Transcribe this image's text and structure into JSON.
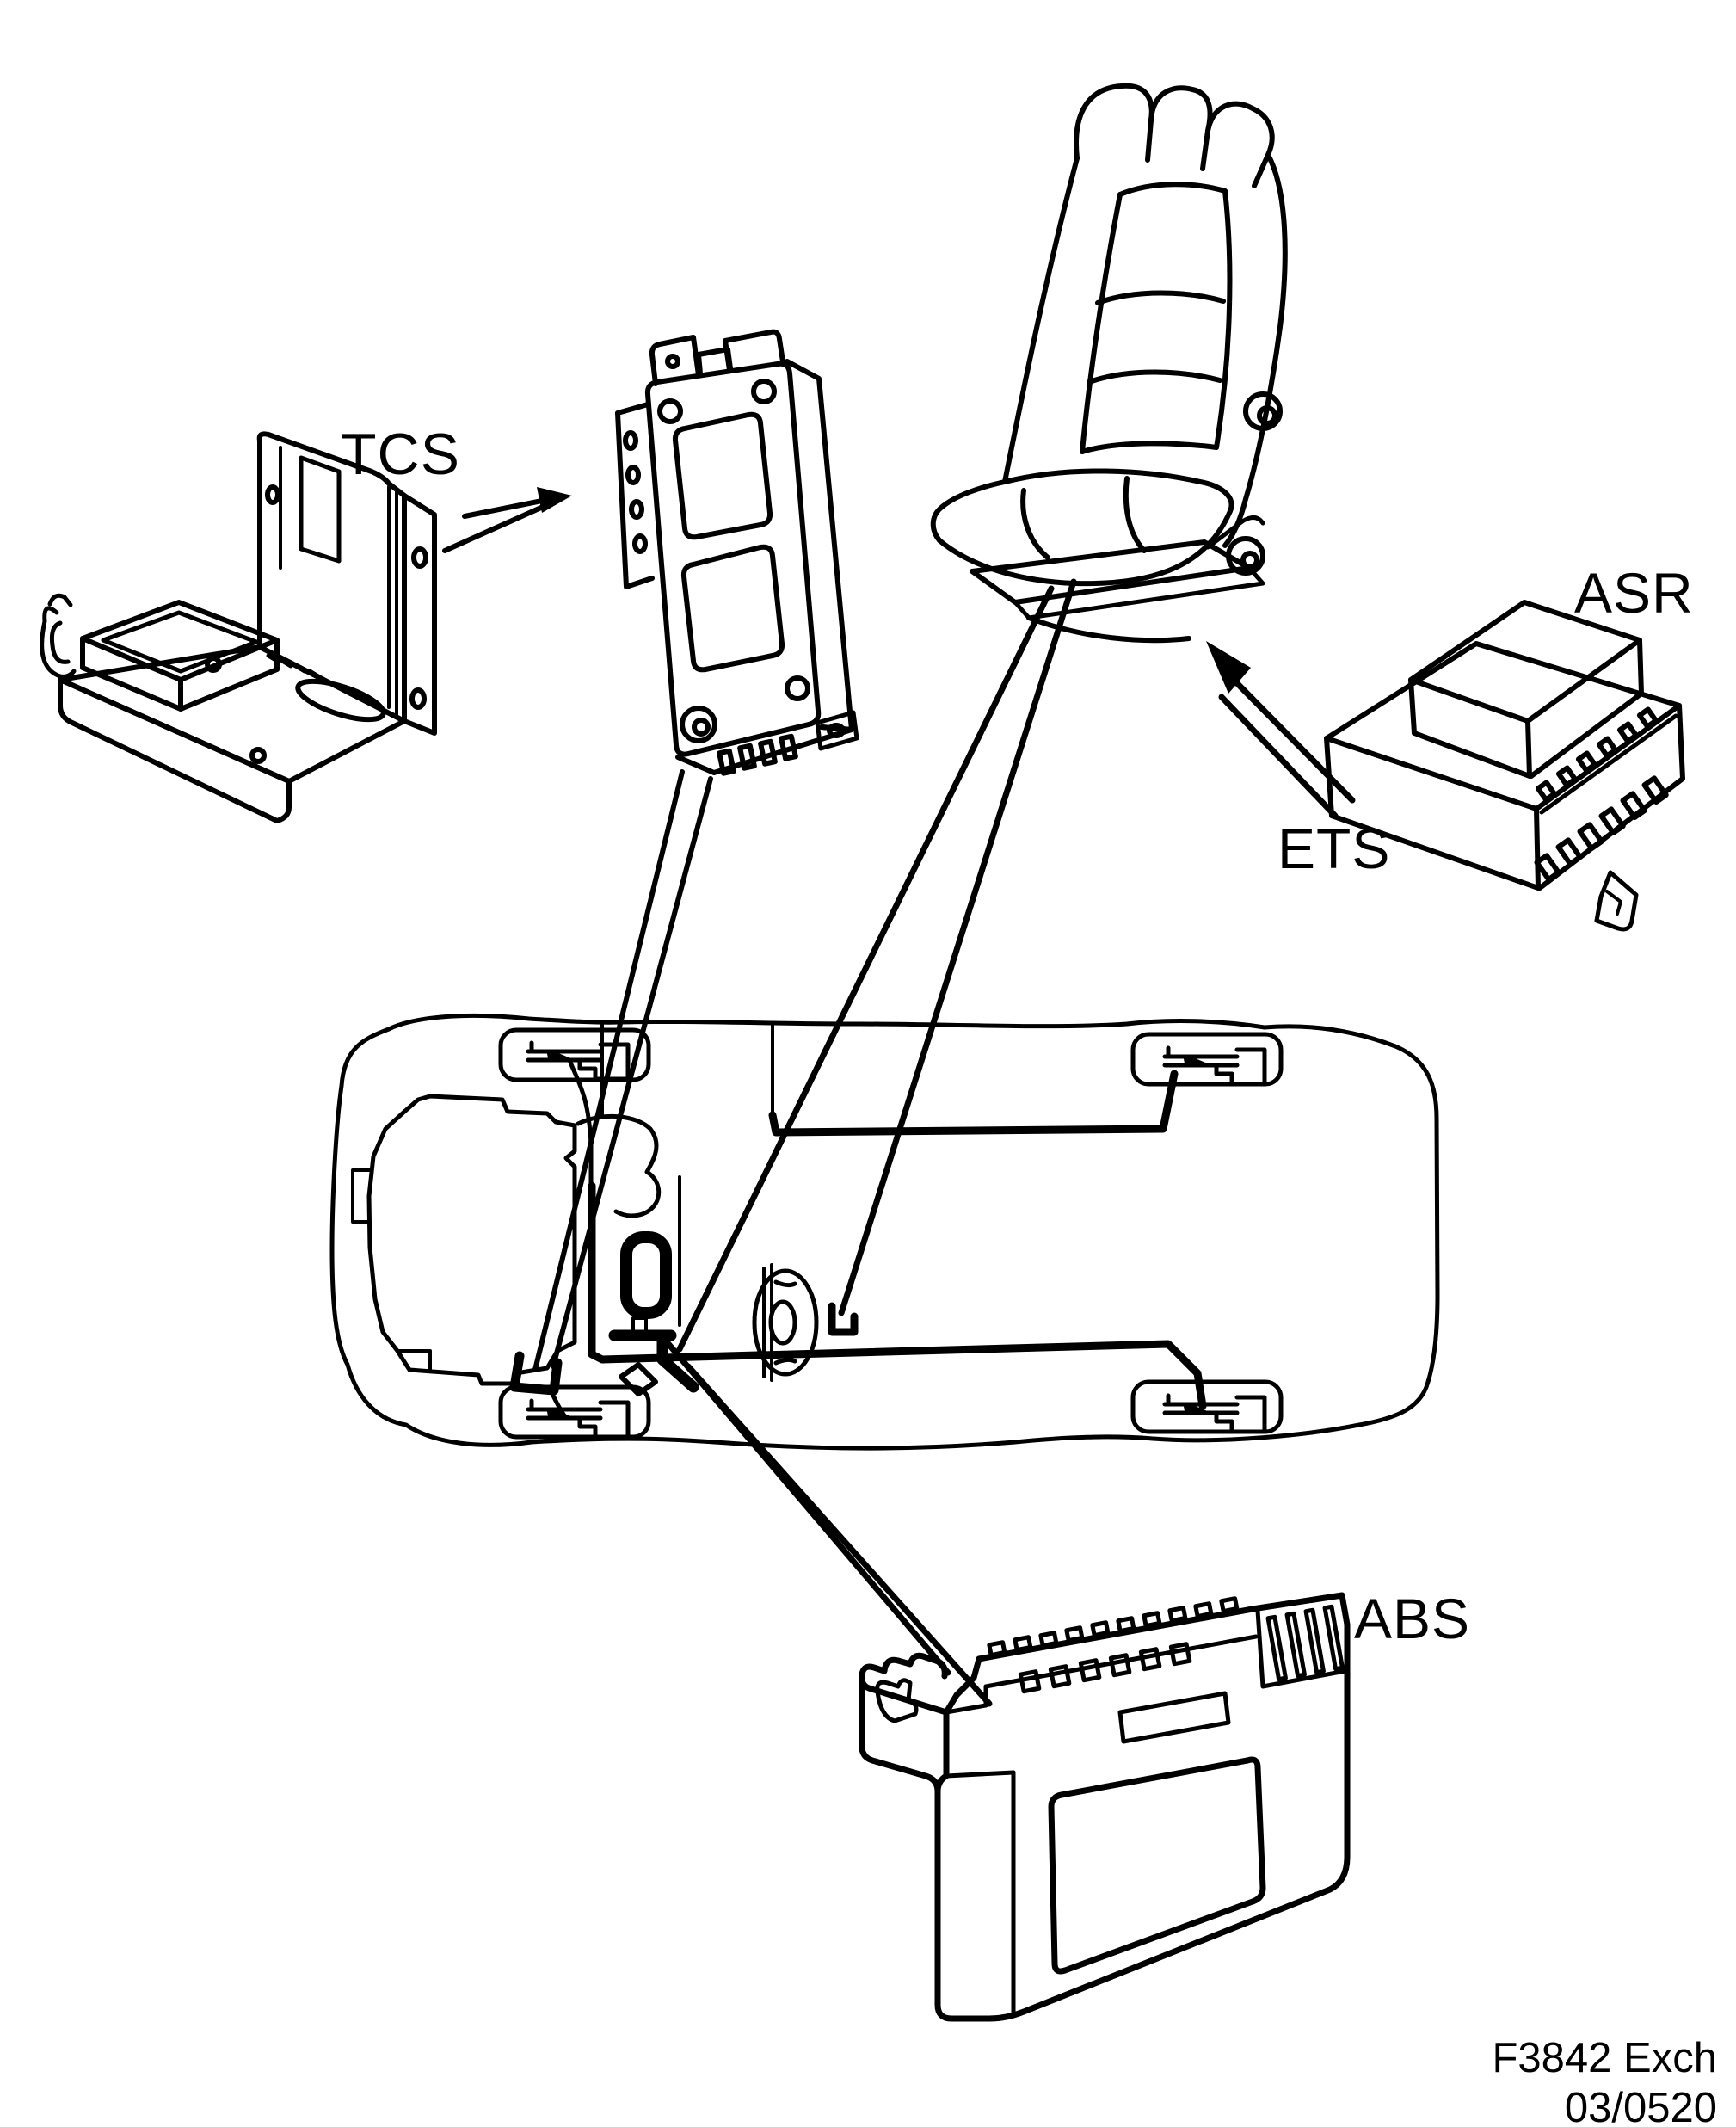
{
  "page": {
    "background_color": "#ffffff",
    "ink_color": "#000000",
    "type": "service-manual-illustration"
  },
  "diagram": {
    "labels": {
      "tcs": "TCS",
      "asr": "ASR",
      "ets": "ETS",
      "abs": "ABS"
    },
    "components": [
      "tcs-mounting-bracket",
      "tcs-control-module",
      "driver-seat",
      "asr-ets-control-module",
      "car-chassis-top-view",
      "abs-control-module"
    ],
    "footer": {
      "figure_code": "F3842 Exch",
      "revision": "03/0520"
    }
  }
}
